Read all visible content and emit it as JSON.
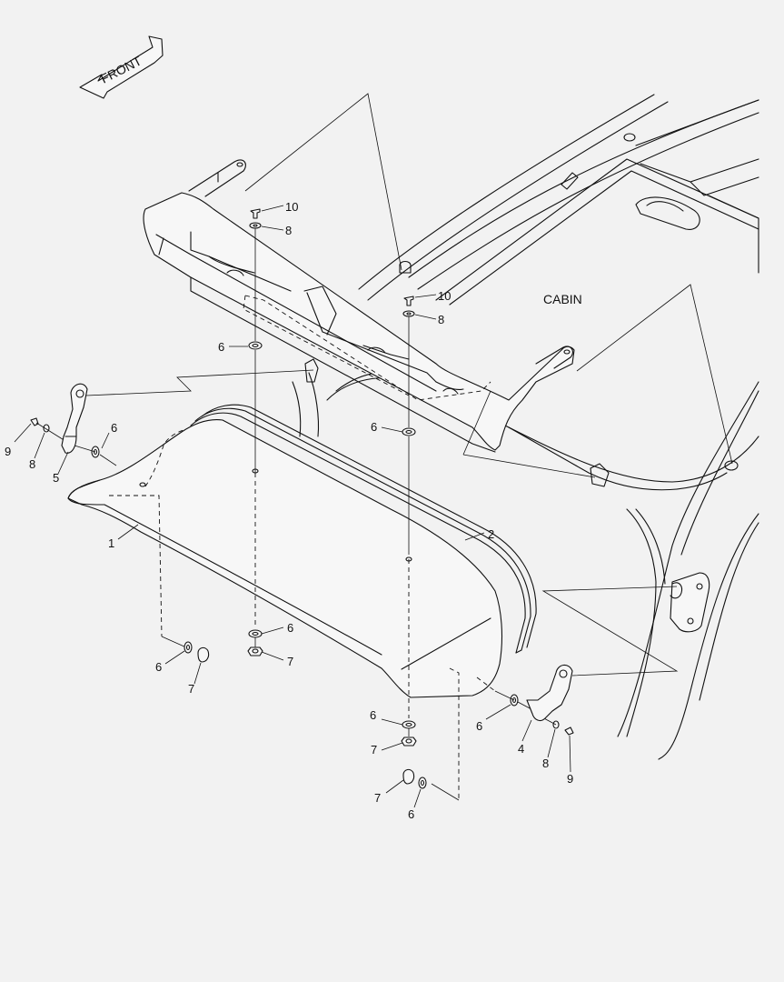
{
  "front_label": "FRONT",
  "cabin_label": "CABIN",
  "callouts": {
    "c1": "1",
    "c2": "2",
    "c4": "4",
    "c5": "5",
    "c6": "6",
    "c7": "7",
    "c8": "8",
    "c9": "9",
    "c10": "10"
  }
}
